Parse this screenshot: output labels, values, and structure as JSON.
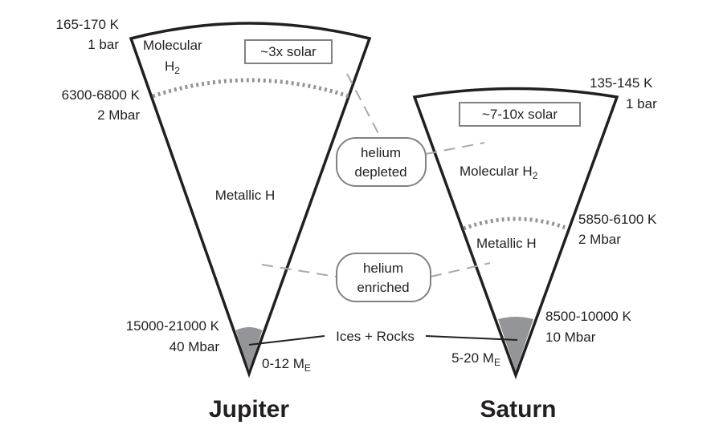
{
  "jupiter": {
    "name": "Jupiter",
    "top_temp": "165-170 K",
    "top_pressure": "1 bar",
    "molecular_label": "Molecular",
    "molecular_h": "H",
    "molecular_sub": "2",
    "solar_label": "~3x solar",
    "transition_temp": "6300-6800 K",
    "transition_pressure": "2 Mbar",
    "metallic_label": "Metallic H",
    "core_temp": "15000-21000 K",
    "core_pressure": "40 Mbar",
    "core_mass_value": "0-12 M",
    "core_mass_sub": "E"
  },
  "saturn": {
    "name": "Saturn",
    "top_temp": "135-145 K",
    "top_pressure": "1 bar",
    "solar_label": "~7-10x solar",
    "molecular_label": "Molecular H",
    "molecular_sub": "2",
    "transition_temp": "5850-6100 K",
    "transition_pressure": "2 Mbar",
    "metallic_label": "Metallic H",
    "core_temp": "8500-10000 K",
    "core_pressure": "10 Mbar",
    "core_mass_value": "5-20 M",
    "core_mass_sub": "E"
  },
  "shared": {
    "helium_depleted_line1": "helium",
    "helium_depleted_line2": "depleted",
    "helium_enriched_line1": "helium",
    "helium_enriched_line2": "enriched",
    "ices_rocks": "Ices + Rocks"
  },
  "colors": {
    "outline": "#231f20",
    "core_fill": "#939598",
    "boundary": "#939598",
    "leader_dash": "#a7a9ac",
    "box_border": "#808285"
  }
}
